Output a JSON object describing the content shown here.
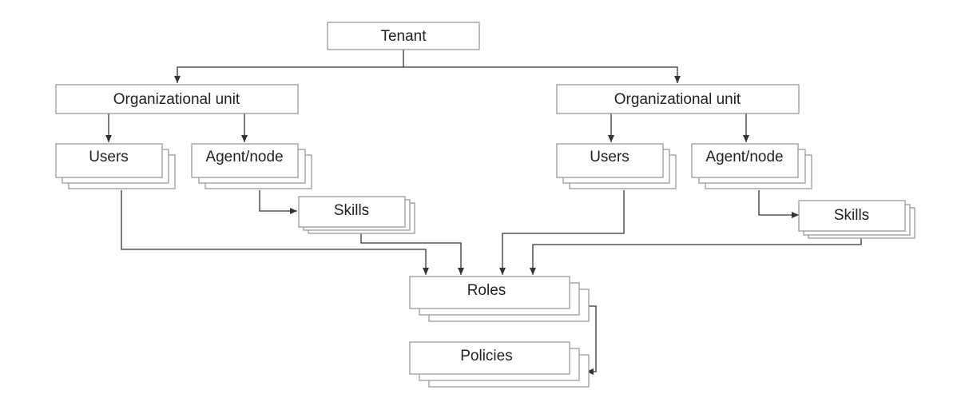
{
  "diagram": {
    "nodes": {
      "tenant": "Tenant",
      "org_unit_left": "Organizational unit",
      "org_unit_right": "Organizational unit",
      "users_left": "Users",
      "agent_node_left": "Agent/node",
      "skills_left": "Skills",
      "users_right": "Users",
      "agent_node_right": "Agent/node",
      "skills_right": "Skills",
      "roles": "Roles",
      "policies": "Policies"
    },
    "colors": {
      "box_border": "#9a9a9a",
      "connector": "#333333",
      "text": "#222222"
    }
  }
}
